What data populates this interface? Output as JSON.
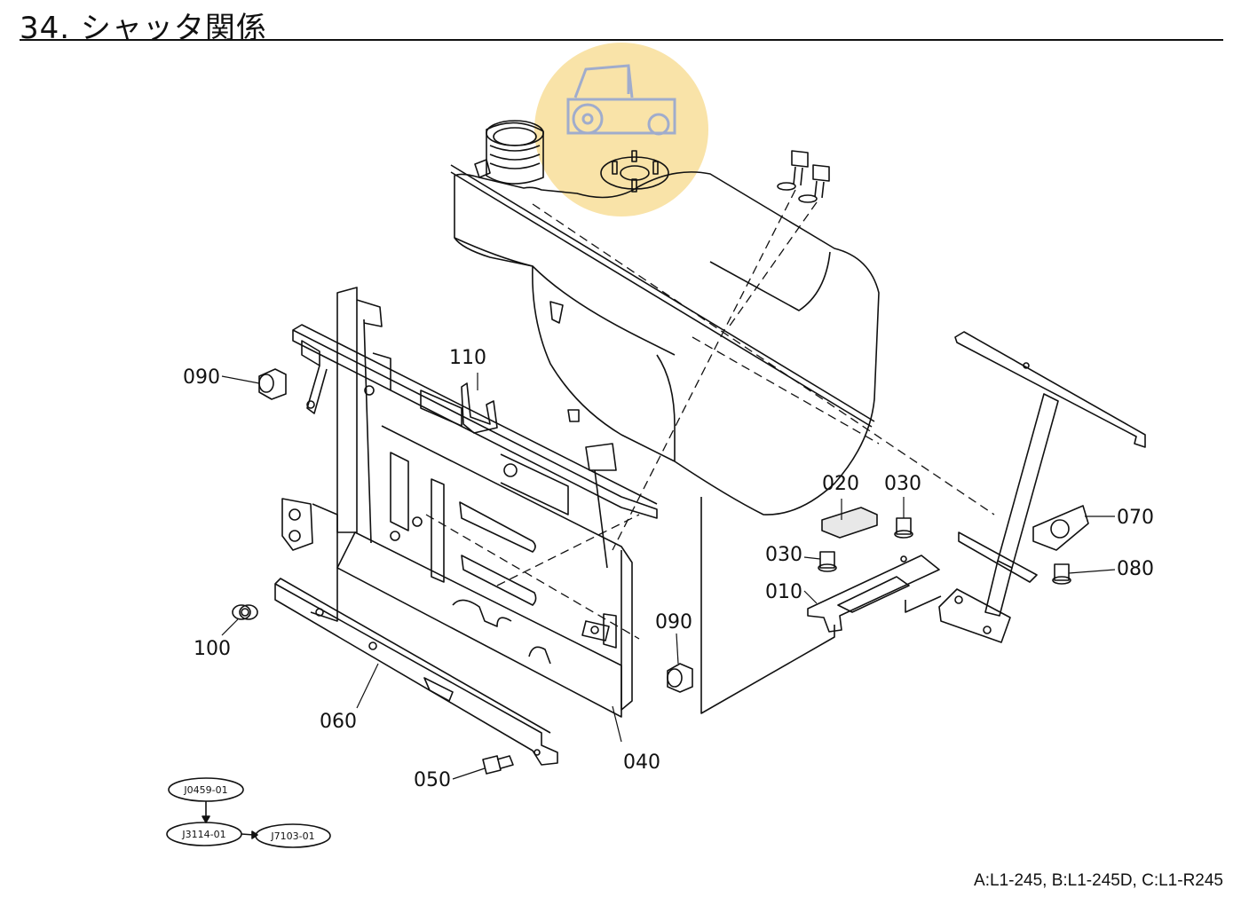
{
  "page": {
    "title": "34. シャッタ関係",
    "models_note": "A:L1-245, B:L1-245D, C:L1-R245"
  },
  "parts": [
    {
      "id": "p010",
      "label": "010"
    },
    {
      "id": "p020",
      "label": "020"
    },
    {
      "id": "p030a",
      "label": "030"
    },
    {
      "id": "p030b",
      "label": "030"
    },
    {
      "id": "p040",
      "label": "040"
    },
    {
      "id": "p050",
      "label": "050"
    },
    {
      "id": "p060",
      "label": "060"
    },
    {
      "id": "p070",
      "label": "070"
    },
    {
      "id": "p080",
      "label": "080"
    },
    {
      "id": "p090a",
      "label": "090"
    },
    {
      "id": "p090b",
      "label": "090"
    },
    {
      "id": "p100",
      "label": "100"
    },
    {
      "id": "p110",
      "label": "110"
    }
  ],
  "references": [
    {
      "label": "J0459-01"
    },
    {
      "label": "J3114-01"
    },
    {
      "label": "J7103-01"
    }
  ],
  "colors": {
    "ink": "#111111",
    "watermark": "#f7d98b",
    "watermark_icon": "#8a9fd6"
  }
}
